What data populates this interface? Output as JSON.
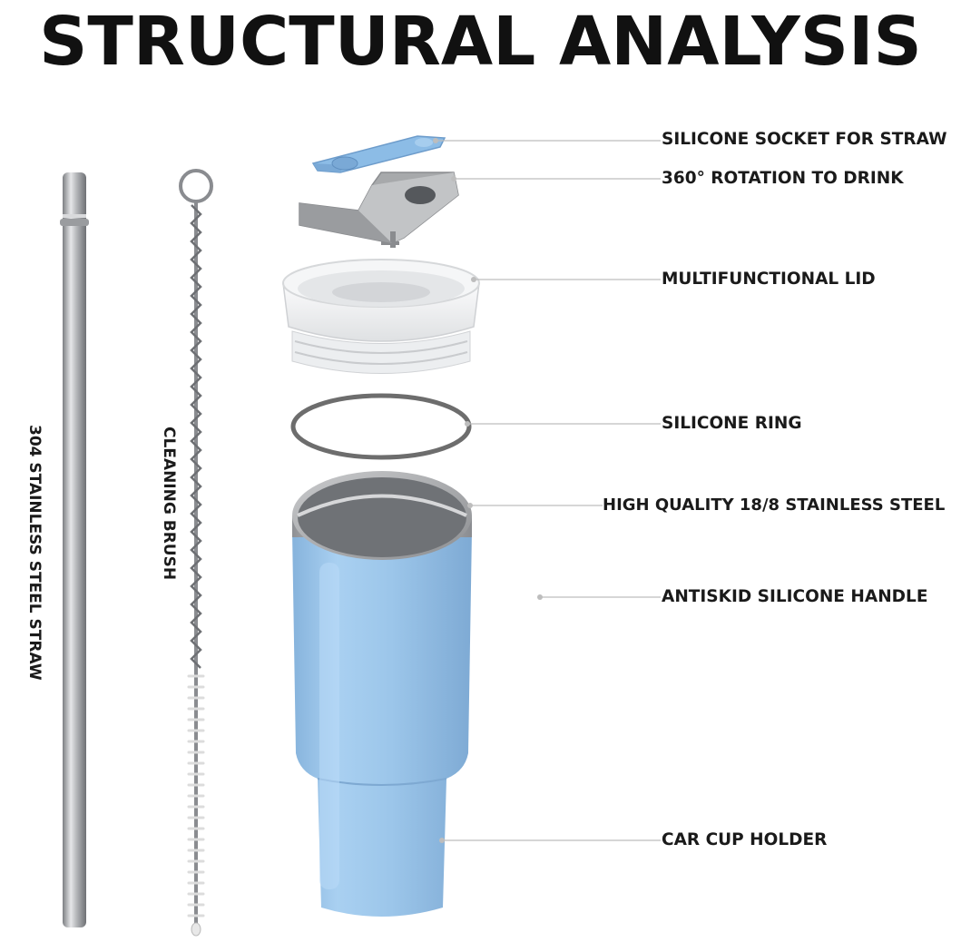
{
  "title": "STRUCTURAL ANALYSIS",
  "callouts": {
    "socket": "SILICONE SOCKET FOR STRAW",
    "rotation": "360° ROTATION TO DRINK",
    "lid": "MULTIFUNCTIONAL LID",
    "ring": "SILICONE RING",
    "steel": "HIGH QUALITY 18/8 STAINLESS STEEL",
    "handle": "ANTISKID SILICONE HANDLE",
    "holder": "CAR CUP HOLDER"
  },
  "side_labels": {
    "straw": "304 STAINLESS STEEL STRAW",
    "brush": "CLEANING BRUSH"
  },
  "colors": {
    "cup_blue": "#9cc6ea",
    "socket_blue": "#8cbce6",
    "lid_white": "#f2f3f4",
    "ring_gray": "#6d6d6d",
    "steel": "#b9babd"
  }
}
